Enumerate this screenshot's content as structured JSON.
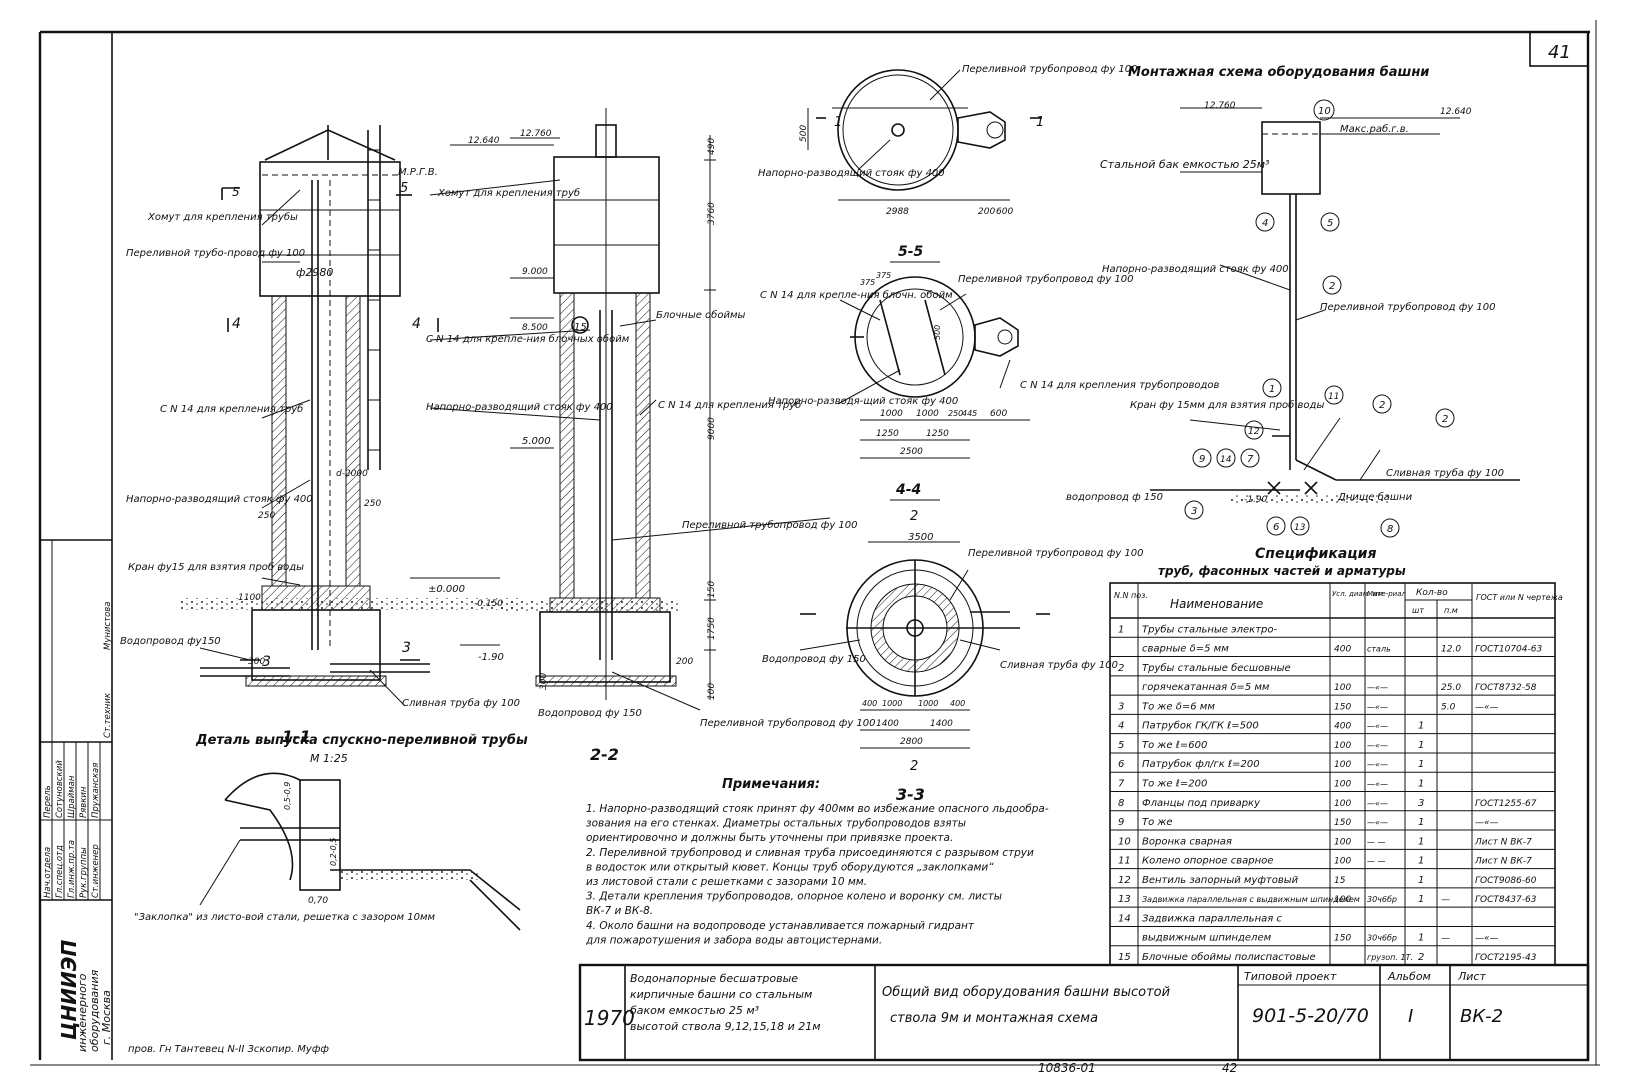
{
  "sheet": {
    "sheet_number_corner": "41",
    "org": {
      "name": "ЦНИИЭП",
      "line1": "инженерного",
      "line2": "оборудования",
      "line3": "г. Москва"
    },
    "staff": [
      {
        "role": "Нач.отдела",
        "name": "Перель"
      },
      {
        "role": "Гл.спец.отд",
        "name": "Сотуновский"
      },
      {
        "role": "Гл.инж.пр.та",
        "name": "Шрайман"
      },
      {
        "role": "Рук.группы",
        "name": "Рявкин"
      },
      {
        "role": "Ст.инженер",
        "name": "Пружанская"
      },
      {
        "role": "Ст.техник",
        "name": "Мунистова"
      }
    ],
    "bottom_left_note": "пров. Гн Тантевец N-II Зскопир. Муфф",
    "bottom_number": "10836-01",
    "bottom_page": "42"
  },
  "titles": {
    "section_1_1": "1-1",
    "section_2_2": "2-2",
    "section_3_3": "3-3",
    "section_4_4": "4-4",
    "section_5_5": "5-5",
    "detail_title": "Деталь выпуска спускно-переливной трубы",
    "detail_scale": "М 1:25",
    "montage_title": "Монтажная схема оборудования башни"
  },
  "labels": {
    "s1": {
      "khomut": "Хомут для крепления трубы",
      "perelivnoy": "Переливной трубо-провод фу 100",
      "diam": "ф2980",
      "cn14": "С N 14 для крепления труб",
      "stoyak": "Напорно-разводящий стояк фу 400",
      "d2000": "d-2000",
      "n250a": "250",
      "n250b": "250",
      "kran": "Кран фу15 для взятия проб воды",
      "vodoprovod": "Водопровод фу150",
      "n300": "300",
      "n1100": "1100",
      "slivnaya": "Сливная труба фу 100",
      "mark5": "5",
      "mark4": "4",
      "mark3": "3"
    },
    "s2": {
      "h12640": "12.640",
      "h12760": "12.760",
      "mrgv": "М.Р.Г.В.",
      "khomut": "Хомут для крепления труб",
      "h9000": "9.000",
      "h8500": "8.500",
      "cn14blok": "С N 14 для крепле-ния блочных обойм",
      "stoyak": "Напорно-разводящий стояк фу 400",
      "h5000": "5.000",
      "h0000": "±0.000",
      "h0150": "-0.150",
      "h190": "-1.90",
      "blochnye": "Блочные обоймы",
      "cn14trub": "С N 14 для крепления труб",
      "perelivnoy": "Переливной трубопровод фу 100",
      "vodoprovod": "Водопровод фу 150",
      "perelivnoy2": "Переливной трубопровод фу 100",
      "dim3760": "3760",
      "dim9000": "9000",
      "dim1750": "1750",
      "dim150": "150",
      "dim200": "200",
      "dim100": "100",
      "dim490": "490",
      "dim300": "300",
      "mark15": "15"
    },
    "top": {
      "perelivnoy": "Переливной трубопровод фу 100",
      "stoyak": "Напорно-разводящий стояк фу 400",
      "dim500": "500",
      "dim2988": "2988",
      "dim200": "200",
      "dim600": "600",
      "mark1": "1"
    },
    "s55": {
      "cn14kr": "С N 14 для крепле-ния блочн. обойм",
      "perelivnoy": "Переливной трубопровод фу 100",
      "stoyak": "Напорно-разводя-щий стояк фу 400",
      "cn14tr": "С N 14 для крепления трубопроводов",
      "dims": [
        "375",
        "375",
        "500",
        "1000",
        "1000",
        "250",
        "445",
        "600"
      ],
      "dim1250a": "1250",
      "dim1250b": "1250",
      "dim2500": "2500"
    },
    "s44": {
      "dim3500": "3500",
      "perelivnoy": "Переливной трубопровод фу 100",
      "vodoprovod": "Водопровод фу 150",
      "slivnaya": "Сливная труба фу 100",
      "dims_bottom": [
        "400",
        "1000",
        "1000",
        "400"
      ],
      "dim1400a": "1400",
      "dim1400b": "1400",
      "dim2800": "2800",
      "mark2": "2"
    },
    "detail": {
      "zaglushka": "\"Заклопка\" из листо-вой стали, решетка с зазором 10мм",
      "dim_05_09": "0,5-0,9",
      "dim_02_05": "0,2-0,5",
      "dim_070": "0,70"
    },
    "montage": {
      "h12760": "12.760",
      "h12640": "12.640",
      "maks": "Макс.раб.г.в.",
      "bak": "Стальной бак емкостью 25м³",
      "stoyak": "Напорно-разводящий стояк фу 400",
      "perelivnoy": "Переливной трубопровод фу 100",
      "kran": "Кран фу 15мм для взятия проб воды",
      "slivnaya": "Сливная труба фу 100",
      "vodoprovod": "водопровод ф 150",
      "dnishe": "Днище башни",
      "h190": "-1.90",
      "positions": [
        "10",
        "4",
        "5",
        "2",
        "1",
        "11",
        "12",
        "9",
        "14",
        "7",
        "2",
        "2",
        "3",
        "6",
        "13",
        "8"
      ]
    }
  },
  "spec": {
    "title": "Спецификация",
    "subtitle": "труб, фасонных частей и арматуры",
    "headers": {
      "nn": "N.N поз.",
      "name": "Наименование",
      "dia": "Усл. диам. мм",
      "mat": "Мате-риал",
      "kol": "Кол-во",
      "sht": "шт",
      "pm": "п.м",
      "gost": "ГОСТ или N чертежа"
    },
    "rows": [
      {
        "n": "1",
        "name": "Трубы стальные электро-",
        "dia": "",
        "mat": "",
        "sht": "",
        "pm": "",
        "gost": ""
      },
      {
        "n": "",
        "name": "сварные δ=5 мм",
        "dia": "400",
        "mat": "сталь",
        "sht": "",
        "pm": "12.0",
        "gost": "ГОСТ10704-63"
      },
      {
        "n": "2",
        "name": "Трубы стальные бесшовные",
        "dia": "",
        "mat": "",
        "sht": "",
        "pm": "",
        "gost": ""
      },
      {
        "n": "",
        "name": "горячекатанная δ=5 мм",
        "dia": "100",
        "mat": "—«—",
        "sht": "",
        "pm": "25.0",
        "gost": "ГОСТ8732-58"
      },
      {
        "n": "3",
        "name": "То же δ=6 мм",
        "dia": "150",
        "mat": "—«—",
        "sht": "",
        "pm": "5.0",
        "gost": "—«—"
      },
      {
        "n": "4",
        "name": "Патрубок ГК/ГК ℓ=500",
        "dia": "400",
        "mat": "—«—",
        "sht": "1",
        "pm": "",
        "gost": ""
      },
      {
        "n": "5",
        "name": "То же ℓ=600",
        "dia": "100",
        "mat": "—«—",
        "sht": "1",
        "pm": "",
        "gost": ""
      },
      {
        "n": "6",
        "name": "Патрубок фл/гк ℓ=200",
        "dia": "100",
        "mat": "—«—",
        "sht": "1",
        "pm": "",
        "gost": ""
      },
      {
        "n": "7",
        "name": "То же ℓ=200",
        "dia": "100",
        "mat": "—«—",
        "sht": "1",
        "pm": "",
        "gost": ""
      },
      {
        "n": "8",
        "name": "Фланцы под приварку",
        "dia": "100",
        "mat": "—«—",
        "sht": "3",
        "pm": "",
        "gost": "ГОСТ1255-67"
      },
      {
        "n": "9",
        "name": "То же",
        "dia": "150",
        "mat": "—«—",
        "sht": "1",
        "pm": "",
        "gost": "—«—"
      },
      {
        "n": "10",
        "name": "Воронка сварная",
        "dia": "100",
        "mat": "— —",
        "sht": "1",
        "pm": "",
        "gost": "Лист N ВК-7"
      },
      {
        "n": "11",
        "name": "Колено опорное сварное",
        "dia": "100",
        "mat": "— —",
        "sht": "1",
        "pm": "",
        "gost": "Лист N ВК-7"
      },
      {
        "n": "12",
        "name": "Вентиль запорный муфтовый",
        "dia": "15",
        "mat": "",
        "sht": "1",
        "pm": "",
        "gost": "ГОСТ9086-60"
      },
      {
        "n": "13",
        "name": "Задвижка параллельная с выдвижным шпинделем",
        "dia": "100",
        "mat": "30ч6бр",
        "sht": "1",
        "pm": "—",
        "gost": "ГОСТ8437-63"
      },
      {
        "n": "14",
        "name": "Задвижка параллельная с",
        "dia": "",
        "mat": "",
        "sht": "",
        "pm": "",
        "gost": ""
      },
      {
        "n": "",
        "name": "выдвижным шпинделем",
        "dia": "150",
        "mat": "30ч6бр",
        "sht": "1",
        "pm": "—",
        "gost": "—«—"
      },
      {
        "n": "15",
        "name": "Блочные обоймы полиспастовые",
        "dia": "",
        "mat": "грузоп. 1Т.",
        "sht": "2",
        "pm": "",
        "gost": "ГОСТ2195-43"
      }
    ]
  },
  "notes": {
    "title": "Примечания:",
    "items": [
      "1. Напорно-разводящий стояк принят фу 400мм во избежание опасного льдообра-",
      "зования на его стенках. Диаметры остальных трубопроводов взяты",
      "ориентировочно и должны быть уточнены при привязке проекта.",
      "2. Переливной трубопровод и сливная труба присоединяются с разрывом струи",
      "в водосток или открытый кювет. Концы труб оборудуются „заклопками“",
      "из листовой стали с решетками с зазорами 10 мм.",
      "3. Детали крепления трубопроводов, опорное колено и воронку см. листы",
      "ВК-7 и ВК-8.",
      "4. Около башни на водопроводе устанавливается пожарный гидрант",
      "для пожаротушения и забора воды автоцистернами."
    ]
  },
  "titleblock": {
    "year": "1970",
    "project_name": "Водонапорные бесшатровые кирпичные башни со стальным баком емкостью 25 м³ высотой ствола 9, 12, 15, 18 и 21м",
    "pn1": "Водонапорные бесшатровые",
    "pn2": "кирпичные башни со стальным",
    "pn3": "баком емкостью 25 м³",
    "pn4": "высотой ствола 9,12,15,18 и 21м",
    "sheet_title1": "Общий вид оборудования башни высотой",
    "sheet_title2": "ствола 9м и монтажная схема",
    "tp_label": "Типовой проект",
    "tp_value": "901-5-20/70",
    "album_label": "Альбом",
    "album_value": "I",
    "list_label": "Лист",
    "list_value": "ВК-2"
  }
}
